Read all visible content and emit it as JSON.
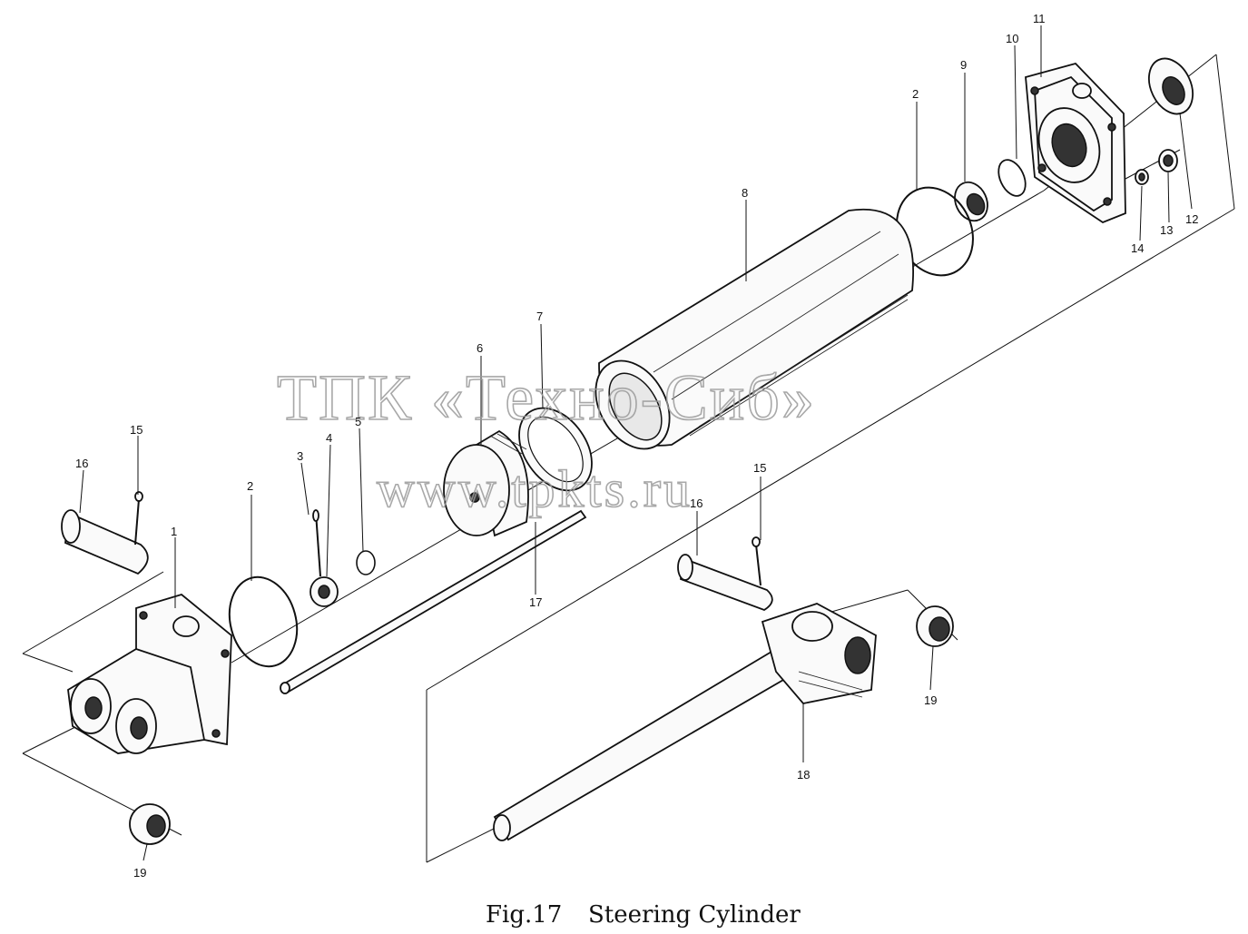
{
  "caption": {
    "figure": "Fig.17",
    "title": "Steering Cylinder"
  },
  "watermark": {
    "line1": "ТПК «Техно-Сиб»",
    "line2": "www.tpkts.ru"
  },
  "callouts": {
    "c1": "1",
    "c2a": "2",
    "c2b": "2",
    "c3": "3",
    "c4": "4",
    "c5": "5",
    "c6": "6",
    "c7": "7",
    "c8": "8",
    "c9": "9",
    "c10": "10",
    "c11": "11",
    "c12": "12",
    "c13": "13",
    "c14": "14",
    "c15a": "15",
    "c15b": "15",
    "c16a": "16",
    "c16b": "16",
    "c17": "17",
    "c18": "18",
    "c19a": "19",
    "c19b": "19"
  }
}
